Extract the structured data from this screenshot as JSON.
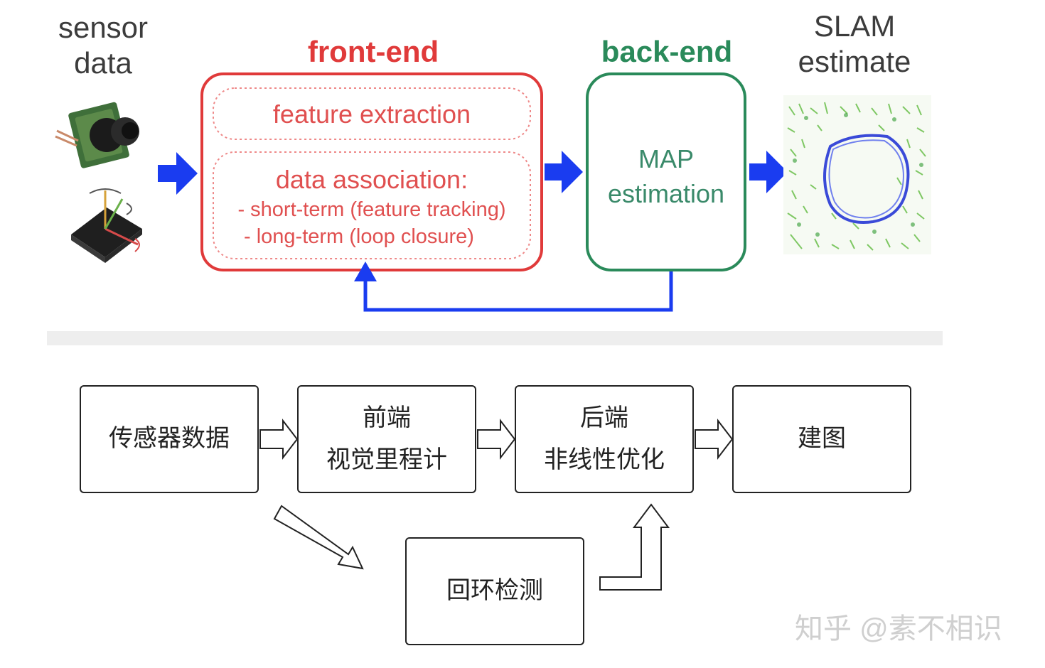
{
  "top": {
    "sensor_label": [
      "sensor",
      "data"
    ],
    "frontend_title": "front-end",
    "frontend_items": {
      "feature_extraction": "feature extraction",
      "data_association": "data association:",
      "short_term": "- short-term (feature tracking)",
      "long_term": "- long-term (loop closure)"
    },
    "backend_title": "back-end",
    "backend_box": [
      "MAP",
      "estimation"
    ],
    "output_label": [
      "SLAM",
      "estimate"
    ],
    "colors": {
      "frontend": "#e03a3a",
      "backend": "#2a8a5a",
      "arrow": "#1a3cf0",
      "feedback": "#1a3cf0"
    }
  },
  "bottom": {
    "boxes": {
      "sensor": [
        "传感器数据"
      ],
      "frontend": [
        "前端",
        "视觉里程计"
      ],
      "backend": [
        "后端",
        "非线性优化"
      ],
      "mapping": [
        "建图"
      ],
      "loop": [
        "回环检测"
      ]
    }
  },
  "watermark": "知乎 @素不相识"
}
